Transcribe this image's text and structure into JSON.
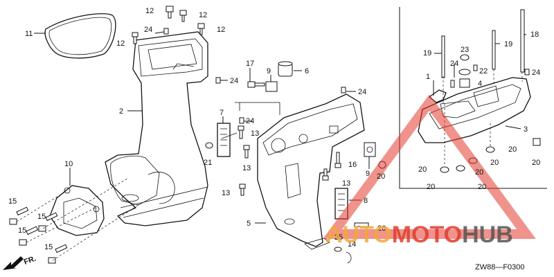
{
  "diagram": {
    "code": "ZW88—F0300",
    "direction_label": "FR."
  },
  "watermark": {
    "part1": "AUTO",
    "part2": "MOTO",
    "part3": "HUB",
    "color1": "#f2a93b",
    "color2": "#e23b2e",
    "color3": "#555555",
    "triangle_color": "#e23b2e"
  },
  "callouts": {
    "c1": "1",
    "c2": "2",
    "c3": "3",
    "c4": "4",
    "c5": "5",
    "c6": "6",
    "c7": "7",
    "c8": "8",
    "c9a": "9",
    "c9b": "9",
    "c10": "10",
    "c11": "11",
    "c12a": "12",
    "c12b": "12",
    "c12c": "12",
    "c12d": "12",
    "c13a": "13",
    "c13b": "13",
    "c13c": "13",
    "c13d": "13",
    "c14": "14",
    "c15a": "15",
    "c15b": "15",
    "c15c": "15",
    "c15d": "15",
    "c16": "16",
    "c17": "17",
    "c18": "18",
    "c19a": "19",
    "c19b": "19",
    "c20a": "20",
    "c20b": "20",
    "c20c": "20",
    "c20d": "20",
    "c20e": "20",
    "c20f": "20",
    "c20g": "20",
    "c20h": "20",
    "c21": "21",
    "c22": "22",
    "c23": "23",
    "c24a": "24",
    "c24b": "24",
    "c24c": "24",
    "c24d": "24",
    "c24e": "24",
    "c24f": "24",
    "c25": "25",
    "c26": "26"
  }
}
